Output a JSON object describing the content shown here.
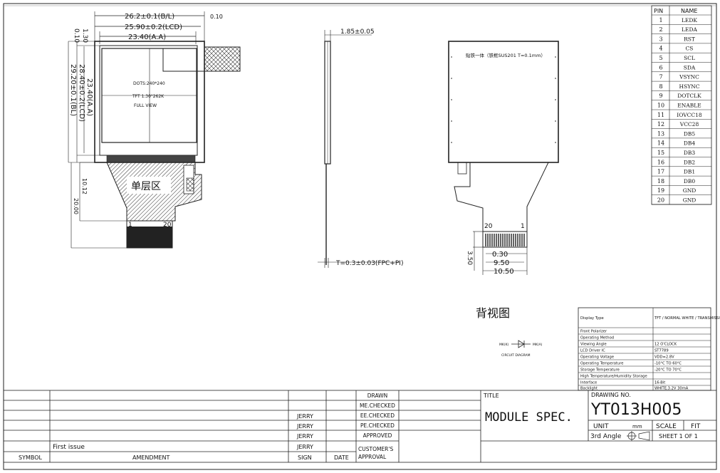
{
  "front_view": {
    "dims": {
      "width_bl": "26.2±0.1(B/L)",
      "width_lcd": "25.90±0.2(LCD)",
      "width_aa": "23.40(A.A)",
      "tol_top": "0.10",
      "left_130": "1.30",
      "left_010": "0.10",
      "height_aa": "23.40(A.A)",
      "height_lcd": "28.40±0.2(LCD)",
      "height_bl": "29.20±0.1(BL)",
      "fpc_1012": "10.12",
      "fpc_2000": "20.00"
    },
    "labels": {
      "dots": "DOTS:240*240",
      "tft": "TFT 1.30\"262K",
      "full_view": "FULL VIEW",
      "single_layer": "单层区",
      "pin1": "1",
      "pin20": "20"
    }
  },
  "side_view": {
    "thickness": "1.85±0.05",
    "fpc_thickness": "T=0.3±0.03(FPC+PI)"
  },
  "back_view": {
    "note": "贴铁一体（铁框SUS201 T=0.1mm）",
    "caption": "背视图",
    "pin20": "20",
    "pin1": "1",
    "dim_030": "0.30",
    "dim_950": "9.50",
    "dim_1050": "10.50",
    "dim_350": "3.50"
  },
  "pin_table": {
    "headers": [
      "PIN",
      "NAME"
    ],
    "rows": [
      [
        "1",
        "LEDK"
      ],
      [
        "2",
        "LEDA"
      ],
      [
        "3",
        "RST"
      ],
      [
        "4",
        "CS"
      ],
      [
        "5",
        "SCL"
      ],
      [
        "6",
        "SDA"
      ],
      [
        "7",
        "VSYNC"
      ],
      [
        "8",
        "HSYNC"
      ],
      [
        "9",
        "DOTCLK"
      ],
      [
        "10",
        "ENABLE"
      ],
      [
        "11",
        "IOVCC18"
      ],
      [
        "12",
        "VCC28"
      ],
      [
        "13",
        "DB5"
      ],
      [
        "14",
        "DB4"
      ],
      [
        "15",
        "DB3"
      ],
      [
        "16",
        "DB2"
      ],
      [
        "17",
        "DB1"
      ],
      [
        "18",
        "DB0"
      ],
      [
        "19",
        "GND"
      ],
      [
        "20",
        "GND"
      ]
    ]
  },
  "circuit": {
    "left_label": "MK(K)",
    "right_label": "MK(A)",
    "caption": "CIRCUIT DIAGRAM"
  },
  "spec_table": [
    [
      "Display Type",
      "TFT / NORMAL WHITE / TRANSMISSIVE"
    ],
    [
      "Front Polarizer",
      ""
    ],
    [
      "Operating Method",
      ""
    ],
    [
      "Viewing Angle",
      "12 O'CLOCK"
    ],
    [
      "LCD Driver IC",
      "ST7789"
    ],
    [
      "Operating Voltage",
      "VDD=2.8V"
    ],
    [
      "Operating Temperature",
      "-10°C TO 60°C"
    ],
    [
      "Storage Temperature",
      "-20°C TO 70°C"
    ],
    [
      "High Temperature/Humidity Storage",
      ""
    ],
    [
      "Interface",
      "16-Bit"
    ],
    [
      "Backlight",
      "WHITE,3.2V 30mA"
    ]
  ],
  "title_block": {
    "amend_rows": [
      {
        "text": "",
        "sign": ""
      },
      {
        "text": "",
        "sign": ""
      },
      {
        "text": "",
        "sign": "JERRY"
      },
      {
        "text": "",
        "sign": "JERRY"
      },
      {
        "text": "",
        "sign": "JERRY"
      },
      {
        "text": "First issue",
        "sign": "JERRY"
      }
    ],
    "roles": [
      "DRAWN",
      "ME.CHECKED",
      "EE.CHECKED",
      "PE.CHECKED",
      "APPROVED",
      "CUSTOMER'S APPROVAL"
    ],
    "footer": {
      "symbol": "SYMBOL",
      "amendment": "AMENDMENT",
      "sign": "SIGN",
      "date": "DATE"
    },
    "title_label": "TITLE",
    "title": "MODULE SPEC.",
    "drawing_no_label": "DRAWING NO.",
    "drawing_no": "YT013H005",
    "unit_label": "UNIT",
    "unit": "mm",
    "scale_label": "SCALE",
    "scale": "FIT",
    "angle": "3rd Angle",
    "sheet": "SHEET 1 OF 1"
  }
}
